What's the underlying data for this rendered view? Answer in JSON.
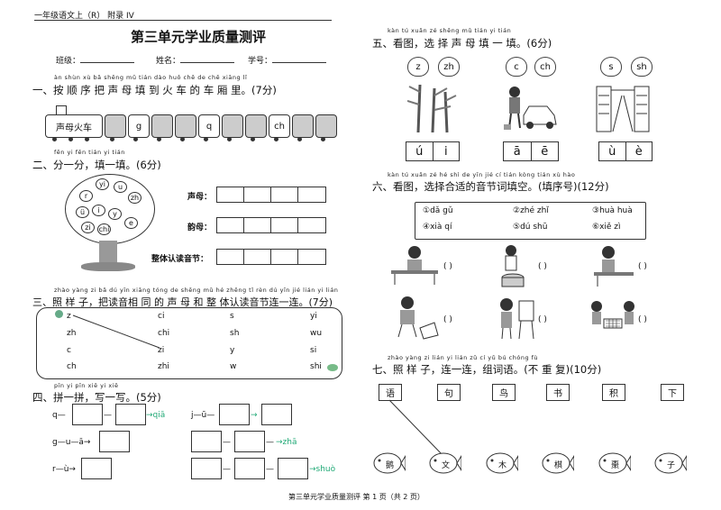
{
  "header": {
    "top_label": "一年级语文上（R）  附录 IV",
    "title": "第三单元学业质量测评",
    "class_label": "班级：",
    "name_label": "姓名：",
    "number_label": "学号："
  },
  "s1": {
    "pinyin": "àn shùn xù bǎ shēng mǔ tián dào huǒ chē de chē xiāng lǐ",
    "title": "一、按 顺 序 把 声  母 填 到 火 车 的 车 厢 里。(7分)",
    "engine": "声母火车",
    "cars": [
      "",
      "g",
      "",
      "",
      "q",
      "",
      "",
      "ch",
      "",
      ""
    ]
  },
  "s2": {
    "pinyin": "fēn yi fēn   tián yi tián",
    "title": "二、分一分，填一填。(6分)",
    "leaves": [
      "yi",
      "u",
      "r",
      "zh",
      "i",
      "ü",
      "y",
      "e",
      "zi",
      "chi"
    ],
    "labels": [
      "声母：",
      "韵母：",
      "整体认读音节："
    ]
  },
  "s3": {
    "pinyin": "zhào yàng zi  bǎ dú yīn xiāng tóng de shēng mǔ hé zhěng tǐ rèn dú yīn jié lián yi lián",
    "title": "三、照 样 子，把读音相 同 的 声  母 和  整 体认读音节连一连。(7分)",
    "cols": [
      [
        "z",
        "zh",
        "c",
        "ch"
      ],
      [
        "ci",
        "chi",
        "zi",
        "zhi"
      ],
      [
        "s",
        "sh",
        "y",
        "w"
      ],
      [
        "yi",
        "wu",
        "si",
        "shi"
      ]
    ]
  },
  "s4": {
    "pinyin": "pīn yi pīn   xiě yi xiě",
    "title": "四、拼一拼，写一写。(5分)",
    "items": [
      "q—",
      "→qiā",
      "j—ū—",
      "→",
      "g—u—ā→",
      "→zhā",
      "r—ù→",
      "→shuò"
    ]
  },
  "s5": {
    "pinyin": "kàn tú   xuǎn zé shēng mǔ tián yi tián",
    "title": "五、看图，选 择 声 母 填 一 填。(6分)",
    "peaches": [
      "z",
      "zh",
      "c",
      "ch",
      "s",
      "sh"
    ],
    "answers": [
      "ú",
      "i",
      "ā",
      "ē",
      "ù",
      "è"
    ]
  },
  "s6": {
    "pinyin": "kàn tú   xuǎn zé hé shì de yīn jié cí tián kòng   tián xù hào",
    "title": "六、看图，选择合适的音节词填空。(填序号)(12分)",
    "options": [
      "①dǎ gǔ",
      "②zhé zhǐ",
      "③huà huà",
      "④xià qí",
      "⑤dú shū",
      "⑥xiě zì"
    ],
    "paren": "(        )"
  },
  "s7": {
    "pinyin": "zhào yàng zi   lián yi lián   zǔ cí yǔ     bú chóng fù",
    "title": "七、照 样 子，连一连，组词语。(不 重 复)(10分)",
    "chars": [
      "语",
      "句",
      "鸟",
      "书",
      "积",
      "下"
    ],
    "fish": [
      "鹅",
      "文",
      "木",
      "棋",
      "棗",
      "子"
    ]
  },
  "footer": "第三单元学业质量测评  第 1 页（共 2 页）"
}
